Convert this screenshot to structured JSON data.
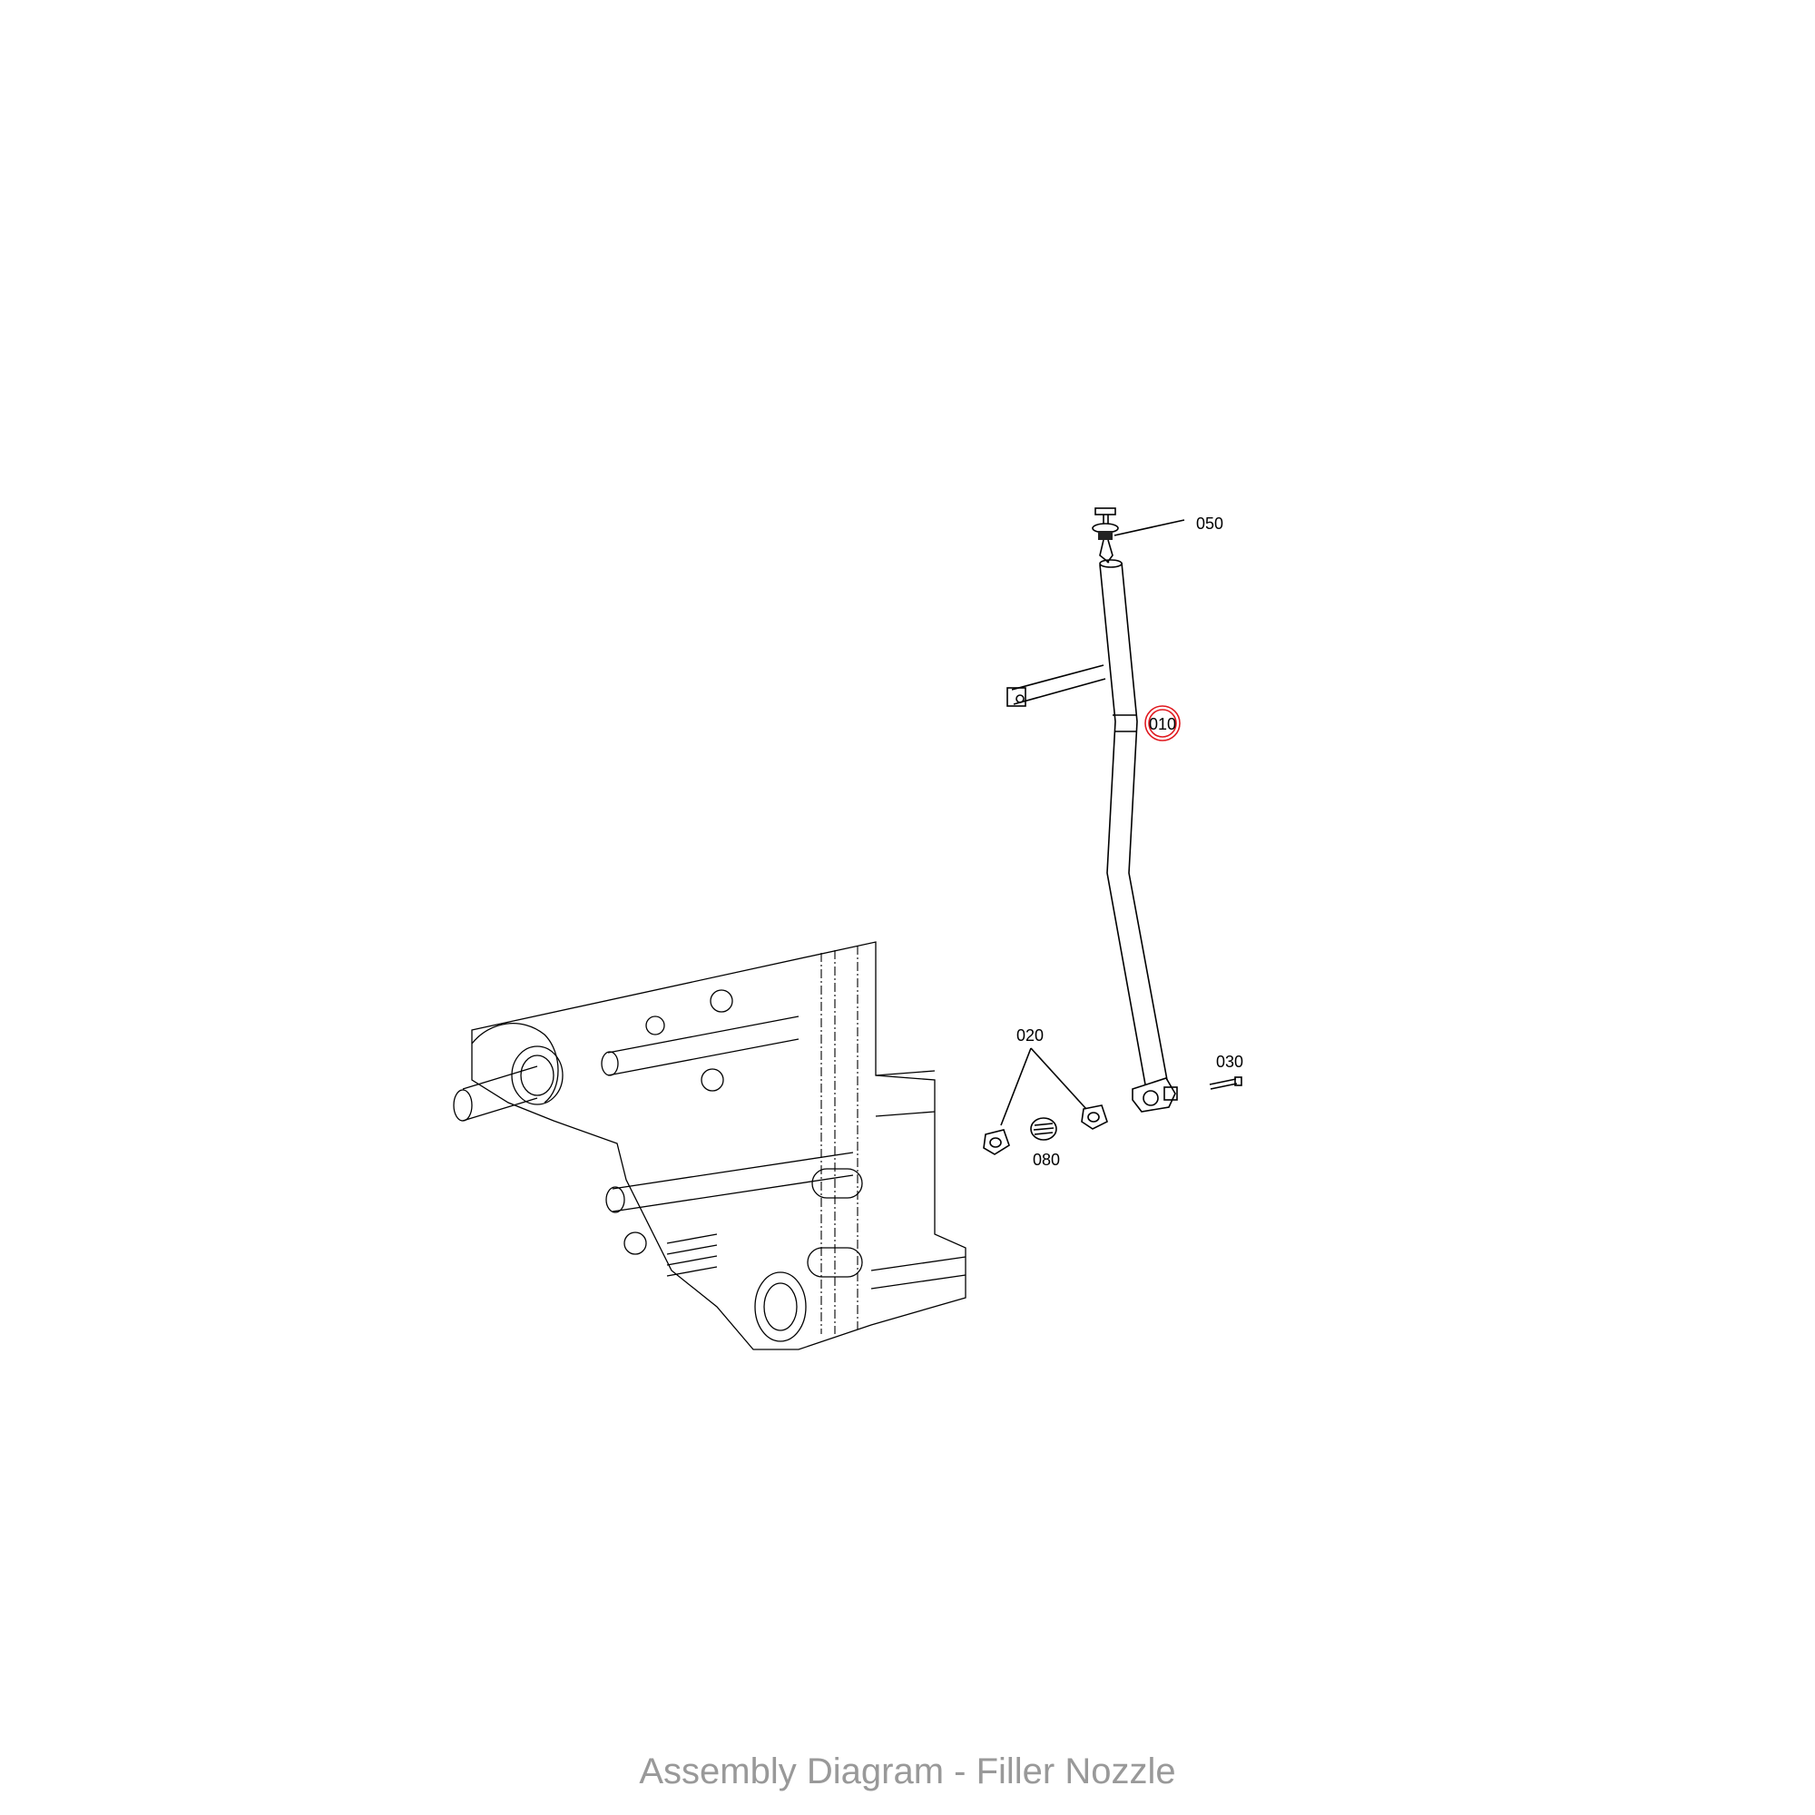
{
  "diagram": {
    "caption": "Assembly Diagram - Filler Nozzle",
    "highlight_color": "#e0191f",
    "callouts": {
      "p010": "010",
      "p020": "020",
      "p030": "030",
      "p050": "050",
      "p080": "080"
    },
    "highlighted_part": "010"
  }
}
